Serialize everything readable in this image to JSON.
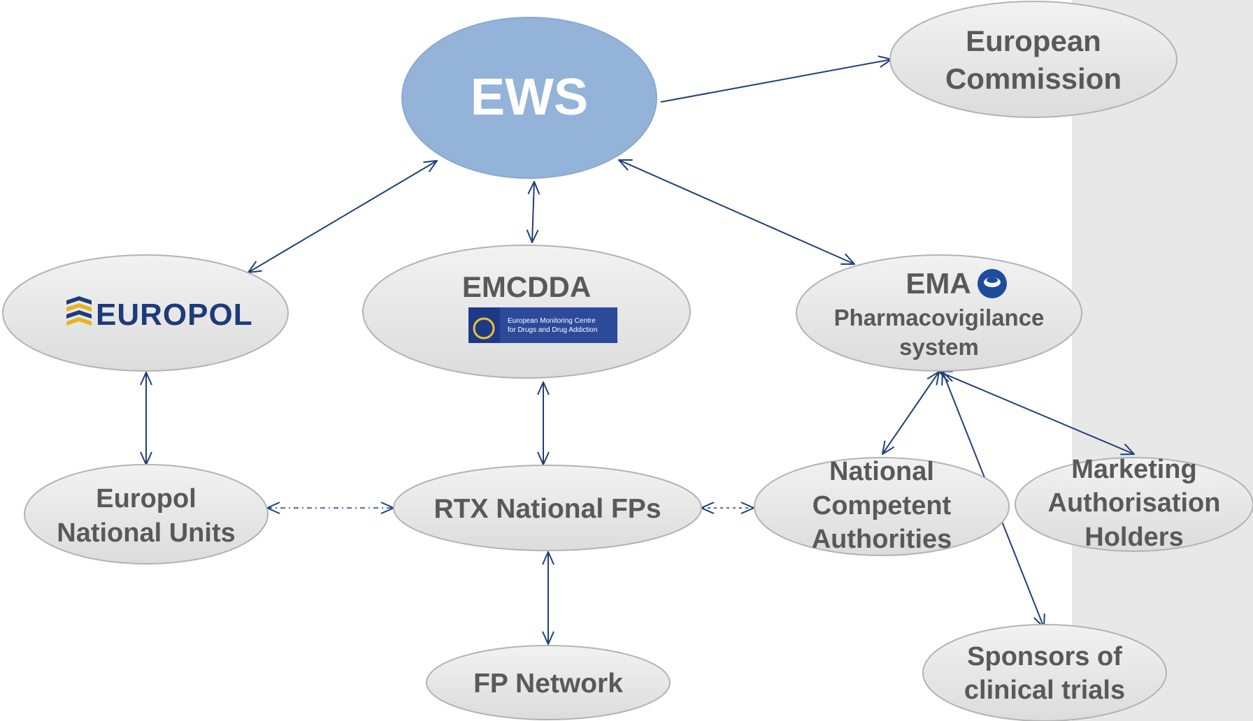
{
  "diagram": {
    "nodes": {
      "ews": {
        "label": "EWS"
      },
      "european_commission": {
        "line1": "European",
        "line2": "Commission"
      },
      "europol": {
        "logo_text": "EUROPOL"
      },
      "emcdda": {
        "label": "EMCDDA",
        "logo_line1": "European Monitoring Centre",
        "logo_line2": "for Drugs and Drug Addiction"
      },
      "ema": {
        "label": "EMA",
        "line2": "Pharmacovigilance",
        "line3": "system"
      },
      "europol_national_units": {
        "line1": "Europol",
        "line2": "National Units"
      },
      "rtx_national_fps": {
        "label": "RTX National FPs"
      },
      "national_competent_authorities": {
        "line1": "National",
        "line2": "Competent",
        "line3": "Authorities"
      },
      "marketing_authorisation_holders": {
        "line1": "Marketing",
        "line2": "Authorisation",
        "line3": "Holders"
      },
      "fp_network": {
        "label": "FP Network"
      },
      "sponsors_clinical_trials": {
        "line1": "Sponsors of",
        "line2": "clinical trials"
      }
    },
    "edges": [
      {
        "from": "EWS",
        "to": "European Commission",
        "style": "solid",
        "direction": "one-way"
      },
      {
        "from": "EWS",
        "to": "EUROPOL",
        "style": "solid",
        "direction": "two-way"
      },
      {
        "from": "EWS",
        "to": "EMCDDA",
        "style": "solid",
        "direction": "two-way"
      },
      {
        "from": "EWS",
        "to": "EMA",
        "style": "solid",
        "direction": "two-way"
      },
      {
        "from": "EUROPOL",
        "to": "Europol National Units",
        "style": "solid",
        "direction": "two-way"
      },
      {
        "from": "EMCDDA",
        "to": "RTX National FPs",
        "style": "solid",
        "direction": "two-way"
      },
      {
        "from": "RTX National FPs",
        "to": "FP Network",
        "style": "solid",
        "direction": "two-way"
      },
      {
        "from": "Europol National Units",
        "to": "RTX National FPs",
        "style": "dash-dot",
        "direction": "two-way"
      },
      {
        "from": "RTX National FPs",
        "to": "National Competent Authorities",
        "style": "dotted",
        "direction": "two-way"
      },
      {
        "from": "EMA",
        "to": "National Competent Authorities",
        "style": "solid",
        "direction": "two-way"
      },
      {
        "from": "EMA",
        "to": "Marketing Authorisation Holders",
        "style": "solid",
        "direction": "two-way"
      },
      {
        "from": "EMA",
        "to": "Sponsors of clinical trials",
        "style": "solid",
        "direction": "two-way"
      }
    ],
    "colors": {
      "ews_fill": "#94b3d9",
      "node_fill": "#e6e6e6",
      "arrow": "#1f3f7a",
      "label": "#595959",
      "side_panel": "#e8e8e8"
    }
  }
}
